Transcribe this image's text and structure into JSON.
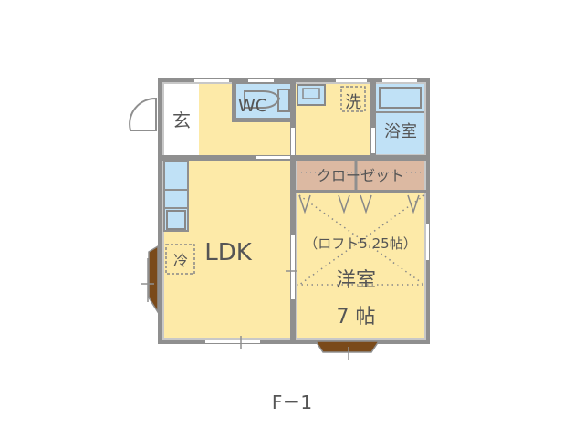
{
  "plan": {
    "caption": "F－1",
    "rooms": {
      "entrance": "玄",
      "wc": "WC",
      "washroom": "洗",
      "bath": "浴室",
      "closet": "クローゼット",
      "ldk": "LDK",
      "fridge": "冷",
      "loft": "（ロフト5.25帖）",
      "western_room": "洋室",
      "western_room_size": "7 帖"
    },
    "colors": {
      "wall": "#8f8f8f",
      "floor": "#fdeaa8",
      "wet": "#c0e1f6",
      "closet": "#dcb9a2",
      "bay": "#7a4a1a"
    }
  }
}
